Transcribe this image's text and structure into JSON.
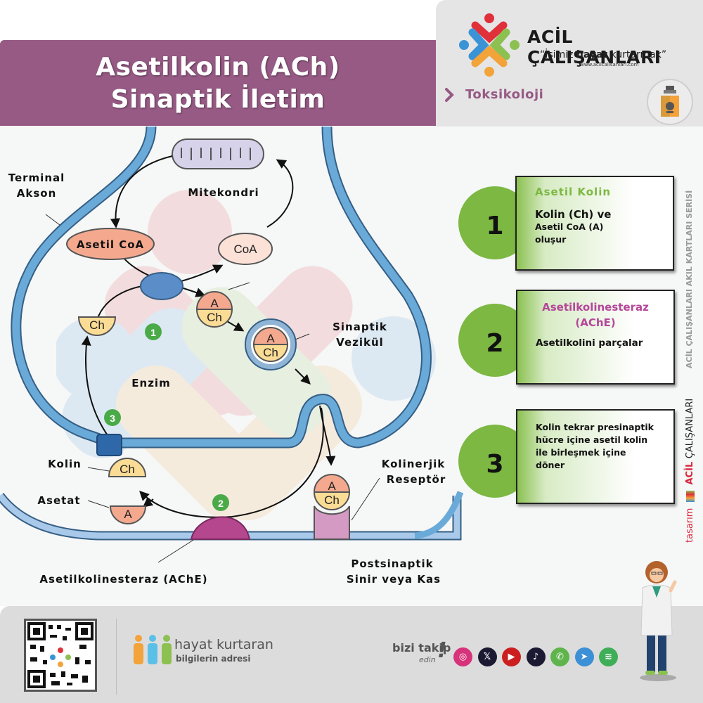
{
  "header": {
    "title_line1": "Asetilkolin (ACh)",
    "title_line2": "Sinaptik İletim",
    "title_bg": "#965a84"
  },
  "brand": {
    "name": "ACİL ÇALIŞANLARI",
    "slogan_pre": "“İşimiz ",
    "slogan_bold": "hayat",
    "slogan_post": " kurtarmak”",
    "url": "www.acilcalisanlari.com",
    "category": "Toksikoloji",
    "category_icon": "poison-bottle-icon"
  },
  "diagram": {
    "labels": {
      "terminal_akson_1": "Terminal",
      "terminal_akson_2": "Akson",
      "mitekondri": "Mitekondri",
      "asetil_coa": "Asetil CoA",
      "coa": "CoA",
      "sinaptik_vezikul_1": "Sinaptik",
      "sinaptik_vezikul_2": "Vezikül",
      "enzim": "Enzim",
      "kolin": "Kolin",
      "asetat": "Asetat",
      "kolinerjik_1": "Kolinerjik",
      "kolinerjik_2": "Reseptör",
      "ache": "Asetilkolinesteraz (AChE)",
      "postsinaptik_1": "Postsinaptik",
      "postsinaptik_2": "Sinir veya Kas"
    },
    "molecules": {
      "a": "A",
      "ch": "Ch"
    },
    "markers": [
      "1",
      "2",
      "3"
    ],
    "colors": {
      "membrane": "#6aaad8",
      "acetyl": "#f4a98f",
      "choline": "#fbdc95",
      "enzyme_blue": "#5b8ec9",
      "ache": "#b5478f",
      "receptor": "#d59ac4",
      "marker_green": "#4aaa48"
    }
  },
  "steps": [
    {
      "number": "1",
      "title": "Asetil Kolin",
      "title_color": "#7cb842",
      "line1": "Kolin (Ch) ve",
      "line2": "Asetil CoA (A)",
      "line3": "oluşur"
    },
    {
      "number": "2",
      "title_line1": "Asetilkolinesteraz",
      "title_line2": "(AChE)",
      "title_color": "#b5479a",
      "text": "Asetilkolini parçalar"
    },
    {
      "number": "3",
      "line1": "Kolin tekrar presinaptik",
      "line2": "hücre içine asetil kolin",
      "line3": "ile birleşmek içine",
      "line4": "döner"
    }
  ],
  "side": {
    "series": "ACİL ÇALIŞANLARI AKIL KARTLARI SERİSİ",
    "design_prefix": "tasarım",
    "design_brand_bold": "ACİL",
    "design_brand_rest": "ÇALIŞANLARI"
  },
  "footer": {
    "hk_line1": "hayat kurtaran",
    "hk_line2": "bilgilerin adresi",
    "follow_line1": "bizi takip",
    "follow_line2": "edin",
    "follow_excl": "!",
    "social": [
      {
        "name": "instagram-icon",
        "glyph": "◎",
        "color": "#d6337a"
      },
      {
        "name": "x-icon",
        "glyph": "𝕏",
        "color": "#1c1a33"
      },
      {
        "name": "youtube-icon",
        "glyph": "▶",
        "color": "#cc1f1f"
      },
      {
        "name": "tiktok-icon",
        "glyph": "♪",
        "color": "#1c1a33"
      },
      {
        "name": "whatsapp-icon",
        "glyph": "✆",
        "color": "#5fb44c"
      },
      {
        "name": "telegram-icon",
        "glyph": "➤",
        "color": "#3d8fd6"
      },
      {
        "name": "spotify-icon",
        "glyph": "≋",
        "color": "#3fae58"
      }
    ]
  }
}
